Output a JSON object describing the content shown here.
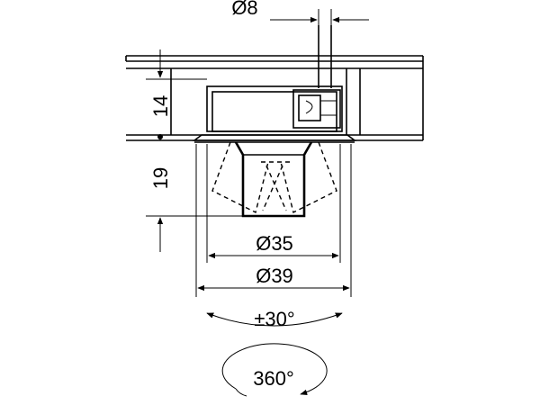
{
  "dimensions": {
    "cable_diameter": "Ø8",
    "housing_height": "14",
    "protrusion": "19",
    "inner_diameter": "Ø35",
    "outer_diameter": "Ø39",
    "tilt": "±30°",
    "rotation": "360°"
  },
  "colors": {
    "line": "#000000",
    "background": "#ffffff"
  }
}
